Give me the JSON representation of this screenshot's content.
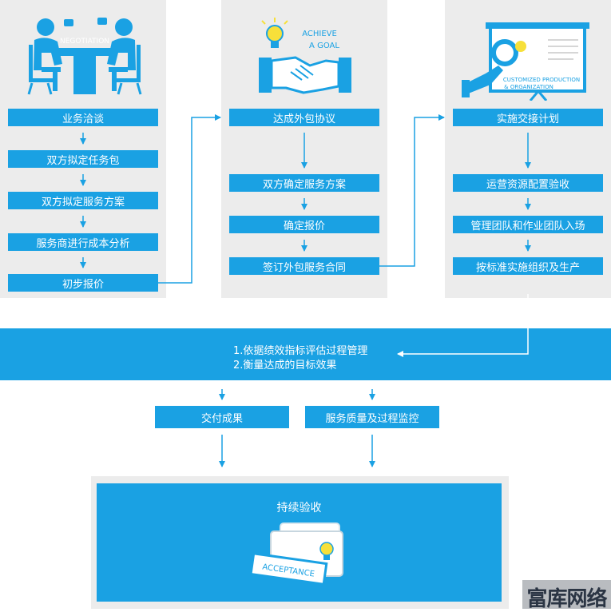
{
  "columns": [
    {
      "illustration_caption": "NEGOTIATION",
      "header": "业务洽谈",
      "steps": [
        "双方拟定任务包",
        "双方拟定服务方案",
        "服务商进行成本分析",
        "初步报价"
      ]
    },
    {
      "illustration_caption_lines": [
        "ACHIEVE",
        "A GOAL"
      ],
      "header": "达成外包协议",
      "steps": [
        "双方确定服务方案",
        "确定报价",
        "签订外包服务合同"
      ]
    },
    {
      "illustration_caption_lines": [
        "CUSTOMIZED PRODUCTION",
        "& ORGANIZATION"
      ],
      "header": "实施交接计划",
      "steps": [
        "运营资源配置验收",
        "管理团队和作业团队入场",
        "按标准实施组织及生产"
      ]
    }
  ],
  "evaluation": {
    "lines": [
      "1.依据绩效指标评估过程管理",
      "2.衡量达成的目标效果"
    ]
  },
  "outputs": [
    "交付成果",
    "服务质量及过程监控"
  ],
  "final": {
    "title": "持续验收",
    "stamp_text": "ACCEPTANCE"
  },
  "watermark": "富库网络",
  "colors": {
    "accent": "#1aa1e3",
    "panel": "#ececec",
    "white": "#ffffff"
  }
}
